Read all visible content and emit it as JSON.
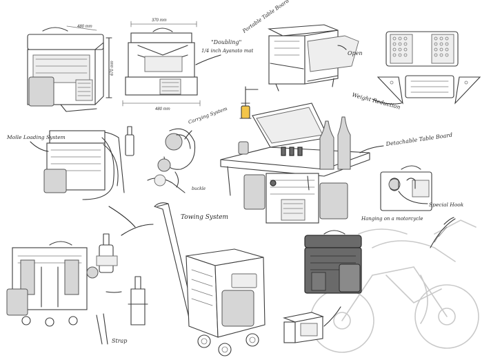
{
  "annotations": {
    "dim_width_top": "480 mm",
    "dim_height": "670 mm",
    "dim_width_mid": "370 mm",
    "dim_width_bottom": "480 mm",
    "doubling": "\"Doubling\"",
    "doubling_sub": "1/4 inch Ayanato mat",
    "portable_table_board": "Portable Table Board",
    "open": "Open",
    "weight_reduction": "Weight Reduction",
    "molle_loading_system": "Molle Loading System",
    "carrying_system": "Carrying System",
    "buckle": "buckle",
    "detachable_table_board": "Detachable Table Board",
    "special_hook": "Special Hook",
    "towing_system": "Towing System",
    "hanging_on_motorcycle": "Hanging on a motorcycle",
    "strap": "Strap"
  },
  "colors": {
    "ink": "#2a2a2a",
    "shade": "#6a6a6a",
    "light_shade": "#d6d6d6",
    "motorcycle_trace": "#c9c9c9",
    "lamp_glow": "#f3c54a"
  },
  "icons": {
    "lantern": "lantern-icon",
    "bottle": "bottle-icon",
    "cup": "cup-icon",
    "hook": "hook-icon",
    "wheel": "wheel-icon"
  }
}
